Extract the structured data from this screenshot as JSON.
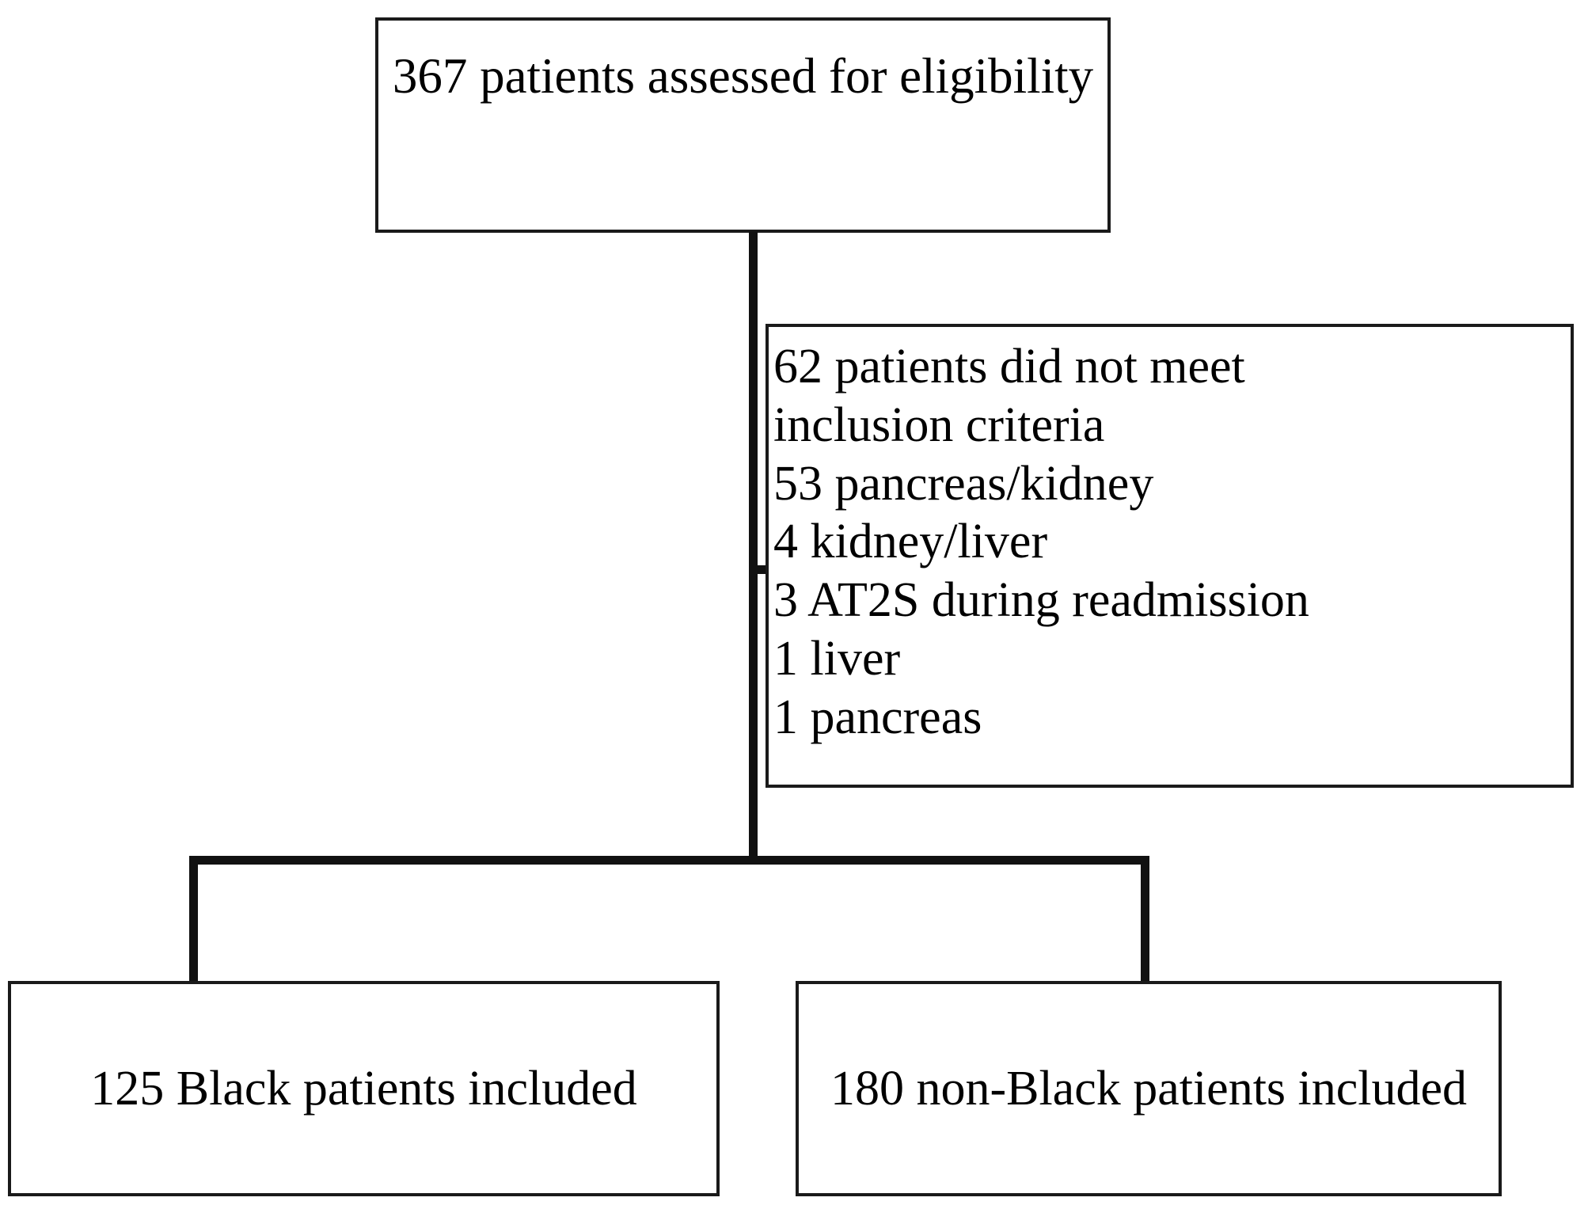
{
  "figure": {
    "type": "prisma-flow-diagram",
    "title": "Patient enrollment flow diagram",
    "colors": {
      "line": "#111111",
      "box_border": "#1a1a1a",
      "background": "#ffffff",
      "text": "#000000"
    }
  },
  "nodes": {
    "assessed": {
      "id": "assessed",
      "count": 367,
      "text": "367 patients assessed for eligibility"
    },
    "excluded": {
      "id": "excluded",
      "count": 62,
      "heading": "62 patients did not meet inclusion criteria",
      "reasons": [
        {
          "count": 53,
          "label": "pancreas/kidney",
          "text": "53 pancreas/kidney"
        },
        {
          "count": 4,
          "label": "kidney/liver",
          "text": "4 kidney/liver"
        },
        {
          "count": 3,
          "label": "AT2S during readmission",
          "text": "3 AT2S during readmission"
        },
        {
          "count": 1,
          "label": "liver",
          "text": "1 liver"
        },
        {
          "count": 1,
          "label": "pancreas",
          "text": "1 pancreas"
        }
      ],
      "text": "62 patients did not meet\ninclusion criteria\n  53 pancreas/kidney\n  4 kidney/liver\n  3 AT2S during readmission\n  1 liver\n  1 pancreas"
    },
    "black_included": {
      "id": "black-included",
      "count": 125,
      "text": "125 Black patients included"
    },
    "nonblack_included": {
      "id": "nonblack-included",
      "count": 180,
      "text": "180 non-Black patients included"
    }
  },
  "edges": [
    {
      "from": "assessed",
      "to": "excluded",
      "style": "elbow"
    },
    {
      "from": "assessed",
      "to": "black_included",
      "style": "split"
    },
    {
      "from": "assessed",
      "to": "nonblack_included",
      "style": "split"
    }
  ]
}
